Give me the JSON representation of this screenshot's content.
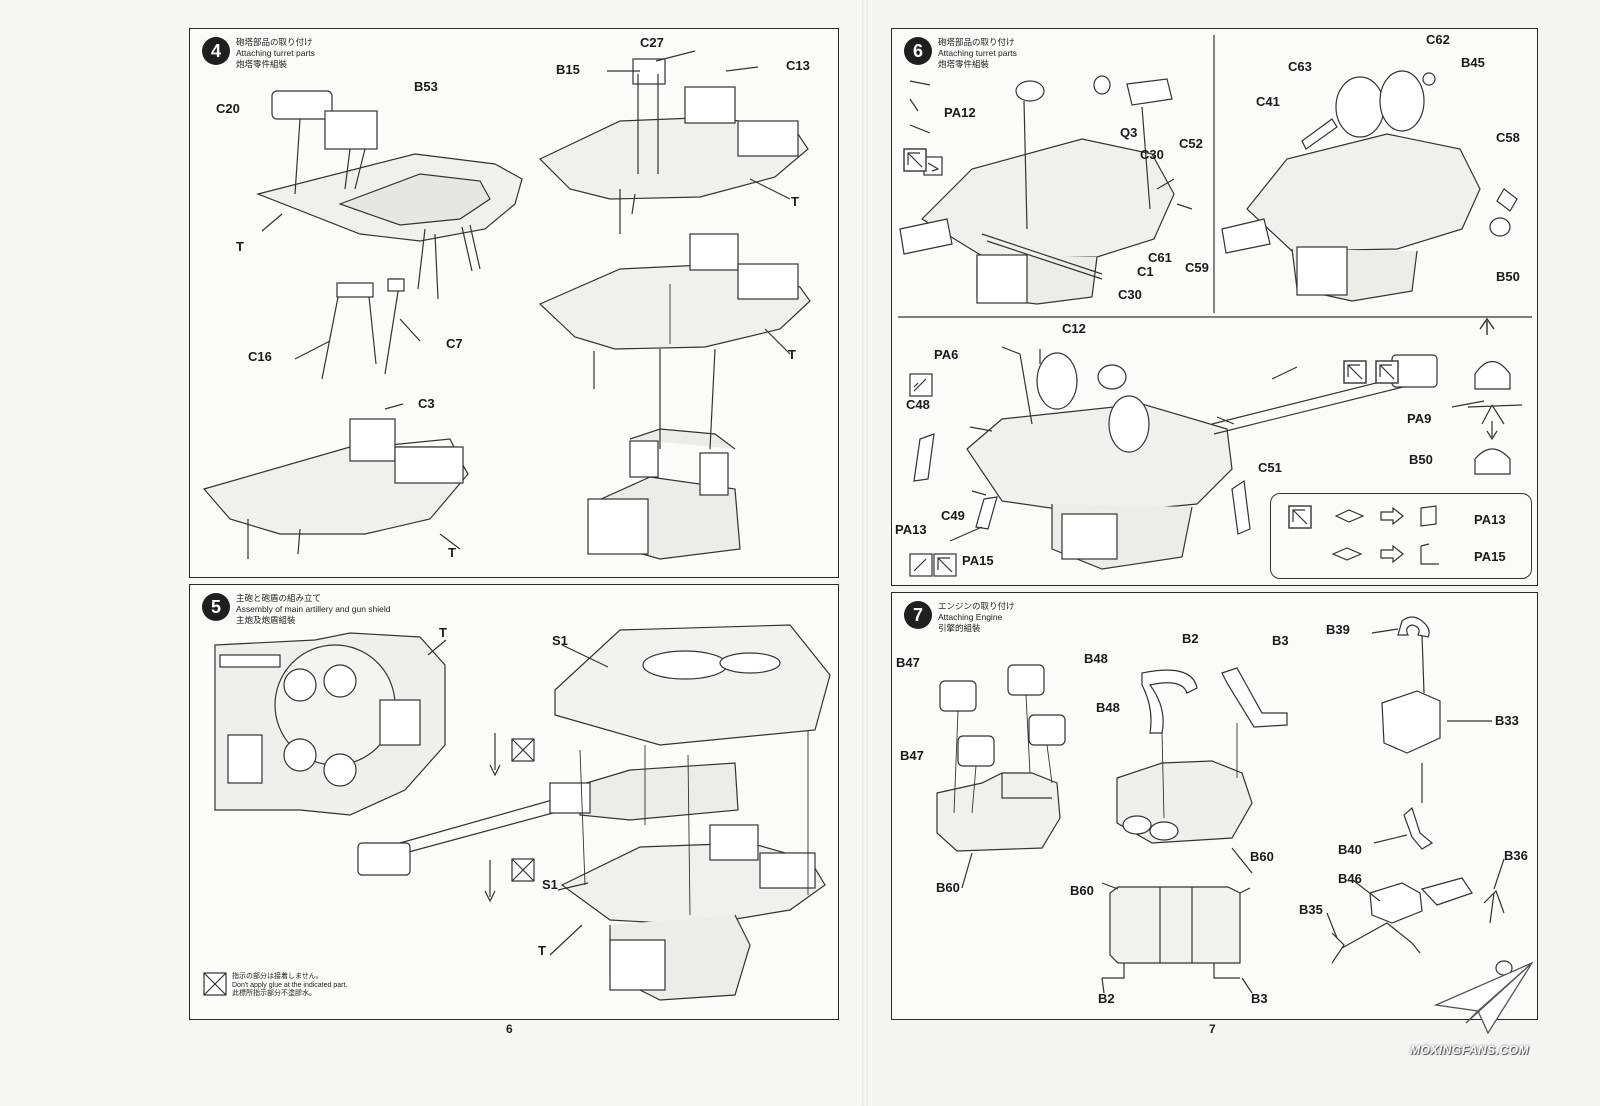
{
  "pages": {
    "left_number": "6",
    "right_number": "7"
  },
  "steps": [
    {
      "number": "4",
      "title_jp": "砲塔部品の取り付け",
      "title_en": "Attaching turret parts",
      "title_cn": "炮塔零件組裝"
    },
    {
      "number": "5",
      "title_jp": "主砲と砲盾の組み立て",
      "title_en": "Assembly of main artillery and gun shield",
      "title_cn": "主炮及炮盾組裝"
    },
    {
      "number": "6",
      "title_jp": "砲塔部品の取り付け",
      "title_en": "Attaching turret parts",
      "title_cn": "炮塔零件組裝"
    },
    {
      "number": "7",
      "title_jp": "エンジンの取り付け",
      "title_en": "Attaching Engine",
      "title_cn": "引擎的組裝"
    }
  ],
  "step4_labels": {
    "c20": "C20",
    "b53": "B53",
    "t1": "T",
    "b15": "B15",
    "c27": "C27",
    "c13": "C13",
    "t2": "T",
    "t3": "T",
    "c16": "C16",
    "c7": "C7",
    "c3": "C3",
    "t4": "T"
  },
  "step5_labels": {
    "t_top": "T",
    "s1_top": "S1",
    "s1_mid": "S1",
    "t_bottom": "T"
  },
  "step5_note": {
    "jp": "指示の部分は接着しません。",
    "en": "Don't apply glue at the indicated part.",
    "cn": "此標所指示部分不塗膠水。"
  },
  "step6_labels": {
    "pa12": "PA12",
    "q3": "Q3",
    "c52": "C52",
    "c30a": "C30",
    "c59": "C59",
    "c61": "C61",
    "c1": "C1",
    "c30b": "C30",
    "c63": "C63",
    "c62": "C62",
    "b45": "B45",
    "c41": "C41",
    "c58": "C58",
    "b50a": "B50",
    "c12": "C12",
    "pa6": "PA6",
    "c48": "C48",
    "pa13a": "PA13",
    "c49": "C49",
    "pa15a": "PA15",
    "c51": "C51",
    "pa9": "PA9",
    "b50b": "B50",
    "legend_pa13": "PA13",
    "legend_pa15": "PA15"
  },
  "step7_labels": {
    "b47a": "B47",
    "b48a": "B48",
    "b48b": "B48",
    "b47b": "B47",
    "b60a": "B60",
    "b2a": "B2",
    "b3a": "B3",
    "b60b": "B60",
    "b60c": "B60",
    "b2b": "B2",
    "b3b": "B3",
    "b39": "B39",
    "b33": "B33",
    "b40": "B40",
    "b36": "B36",
    "b46": "B46",
    "b35": "B35"
  },
  "watermark": "MOXINGFANS.COM",
  "icons": [
    "no-glue-icon",
    "photo-etch-bend-icon",
    "paint-drop-icon",
    "arrow-up-icon",
    "arrow-down-icon",
    "arrow-right-icon"
  ]
}
